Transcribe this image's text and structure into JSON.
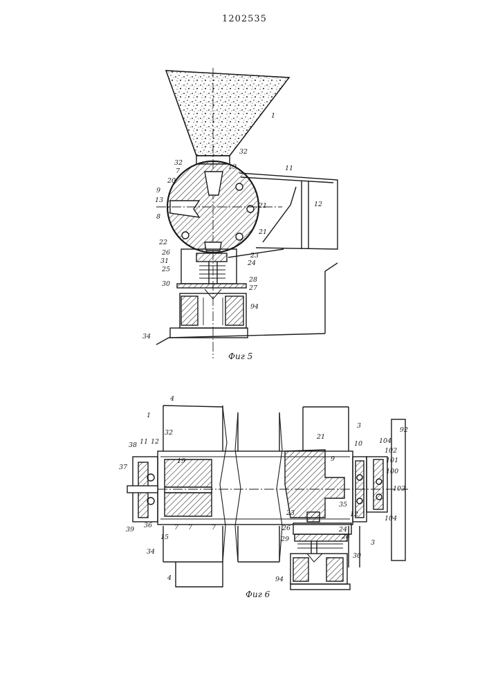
{
  "document": {
    "number": "1202535"
  },
  "figures": [
    {
      "caption": "Фиг 5",
      "labels": [
        "1",
        "32",
        "32",
        "19",
        "7",
        "20",
        "9",
        "11",
        "13",
        "8",
        "21",
        "12",
        "21",
        "22",
        "26",
        "23",
        "31",
        "24",
        "25",
        "28",
        "30",
        "27",
        "94",
        "34"
      ]
    },
    {
      "caption": "Фиг 6",
      "labels": [
        "4",
        "1",
        "32",
        "11",
        "12",
        "38",
        "37",
        "19",
        "21",
        "9",
        "3",
        "92",
        "10",
        "104",
        "102",
        "101",
        "100",
        "103",
        "104",
        "39",
        "36",
        "7",
        "7",
        "7",
        "15",
        "23",
        "35",
        "24",
        "12",
        "26",
        "28",
        "29",
        "3",
        "30",
        "34",
        "94",
        "4"
      ]
    }
  ],
  "colors": {
    "ink": "#1a1a1a",
    "paper": "#ffffff"
  }
}
